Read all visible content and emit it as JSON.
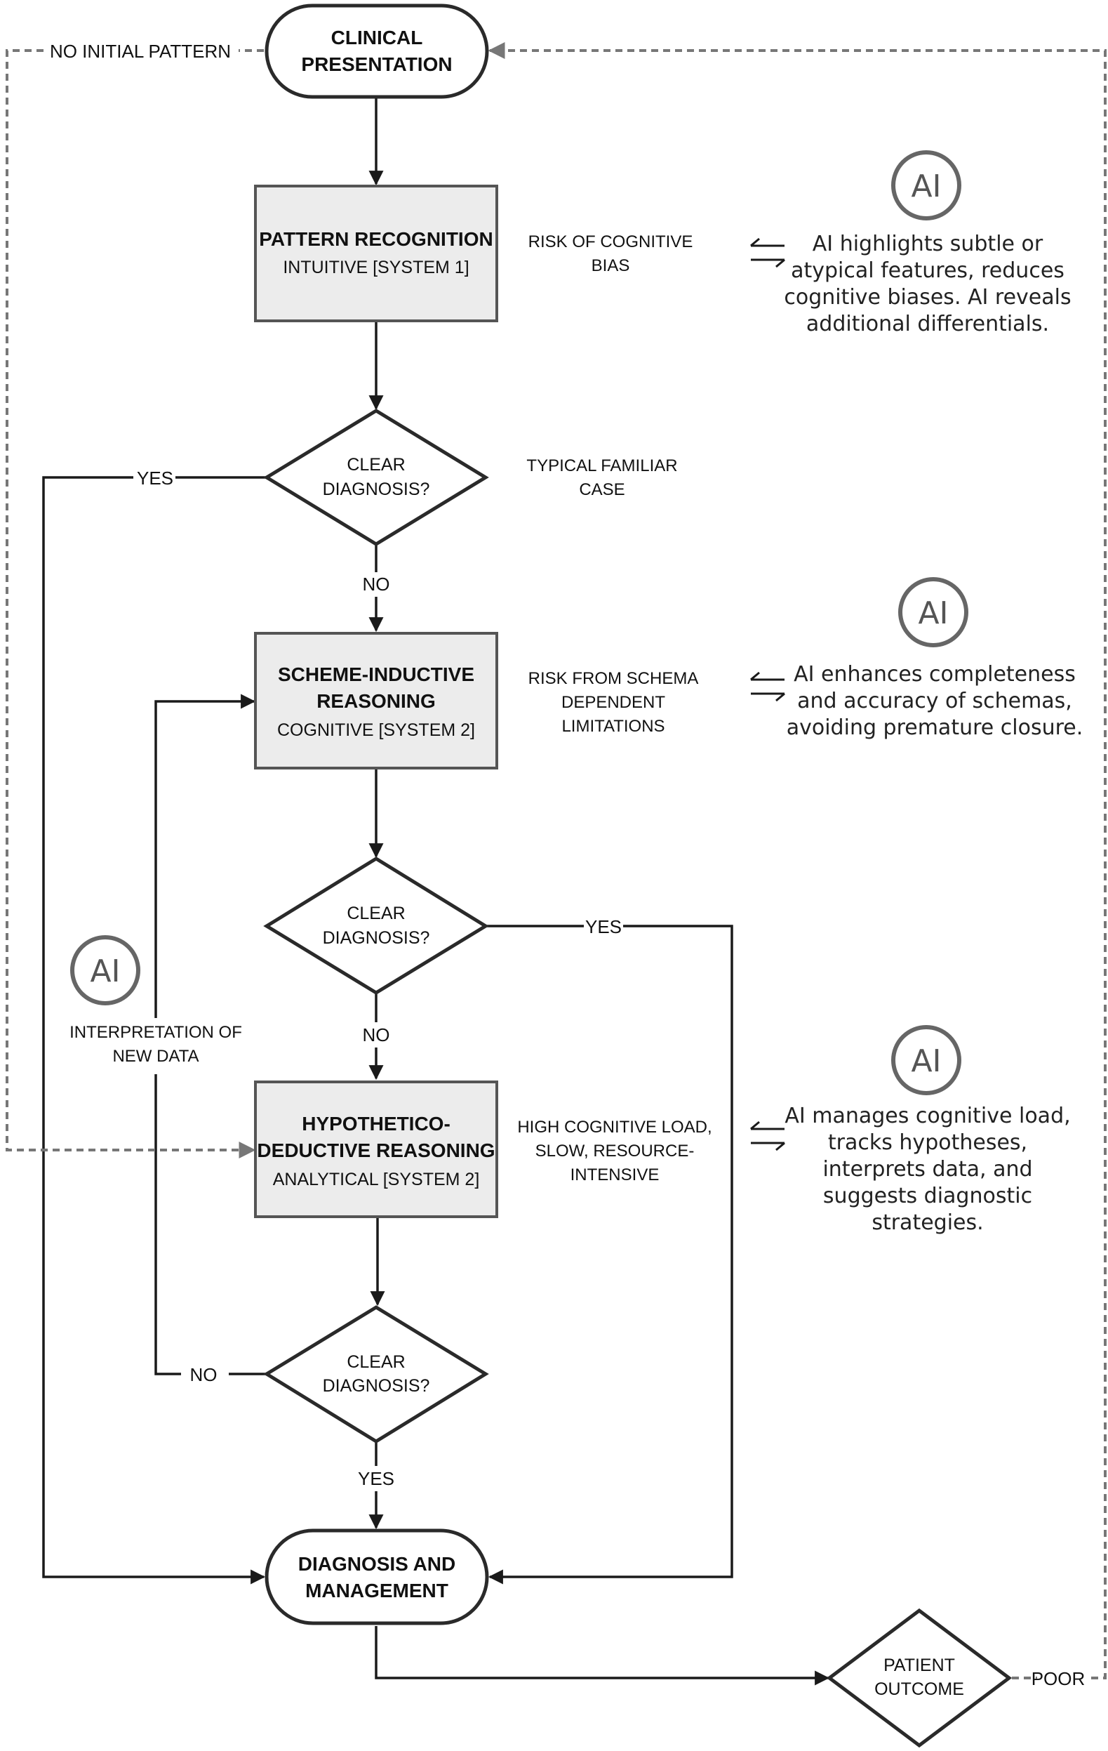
{
  "nodes": {
    "clinical_presentation": [
      "CLINICAL",
      "PRESENTATION"
    ],
    "pattern_recognition": {
      "title": "PATTERN RECOGNITION",
      "subtitle": "INTUITIVE [SYSTEM 1]"
    },
    "scheme_inductive": {
      "title": [
        "SCHEME-INDUCTIVE",
        "REASONING"
      ],
      "subtitle": "COGNITIVE [SYSTEM 2]"
    },
    "hypothetico_deductive": {
      "title": [
        "HYPOTHETICO-",
        "DEDUCTIVE REASONING"
      ],
      "subtitle": "ANALYTICAL [SYSTEM 2]"
    },
    "diagnosis_management": [
      "DIAGNOSIS AND",
      "MANAGEMENT"
    ],
    "decision_1": [
      "CLEAR",
      "DIAGNOSIS?"
    ],
    "decision_2": [
      "CLEAR",
      "DIAGNOSIS?"
    ],
    "decision_3": [
      "CLEAR",
      "DIAGNOSIS?"
    ],
    "patient_outcome": [
      "PATIENT",
      "OUTCOME"
    ]
  },
  "edge_labels": {
    "no_initial_pattern": "NO INITIAL PATTERN",
    "d1_yes": "YES",
    "d1_no": "NO",
    "d2_yes": "YES",
    "d2_no": "NO",
    "d3_no": "NO",
    "d3_yes": "YES",
    "poor": "POOR"
  },
  "notes": {
    "risk_bias": [
      "RISK OF COGNITIVE",
      "BIAS"
    ],
    "typical_case": [
      "TYPICAL FAMILIAR",
      "CASE"
    ],
    "risk_schema": [
      "RISK FROM SCHEMA",
      "DEPENDENT",
      "LIMITATIONS"
    ],
    "high_load": [
      "HIGH COGNITIVE LOAD,",
      "SLOW, RESOURCE-",
      "INTENSIVE"
    ],
    "interpretation": [
      "INTERPRETATION OF",
      "NEW DATA"
    ]
  },
  "ai": {
    "badge_label": "AI",
    "exchange_icon": "bidirectional-arrows-icon",
    "panel_1": [
      "AI highlights subtle or",
      "atypical features, reduces",
      "cognitive biases. AI reveals",
      "additional differentials."
    ],
    "panel_2": [
      "AI enhances completeness",
      "and accuracy of schemas,",
      "avoiding premature closure."
    ],
    "panel_3": [
      "AI manages cognitive load,",
      "tracks hypotheses,",
      "interprets data, and",
      "suggests diagnostic",
      "strategies."
    ]
  }
}
